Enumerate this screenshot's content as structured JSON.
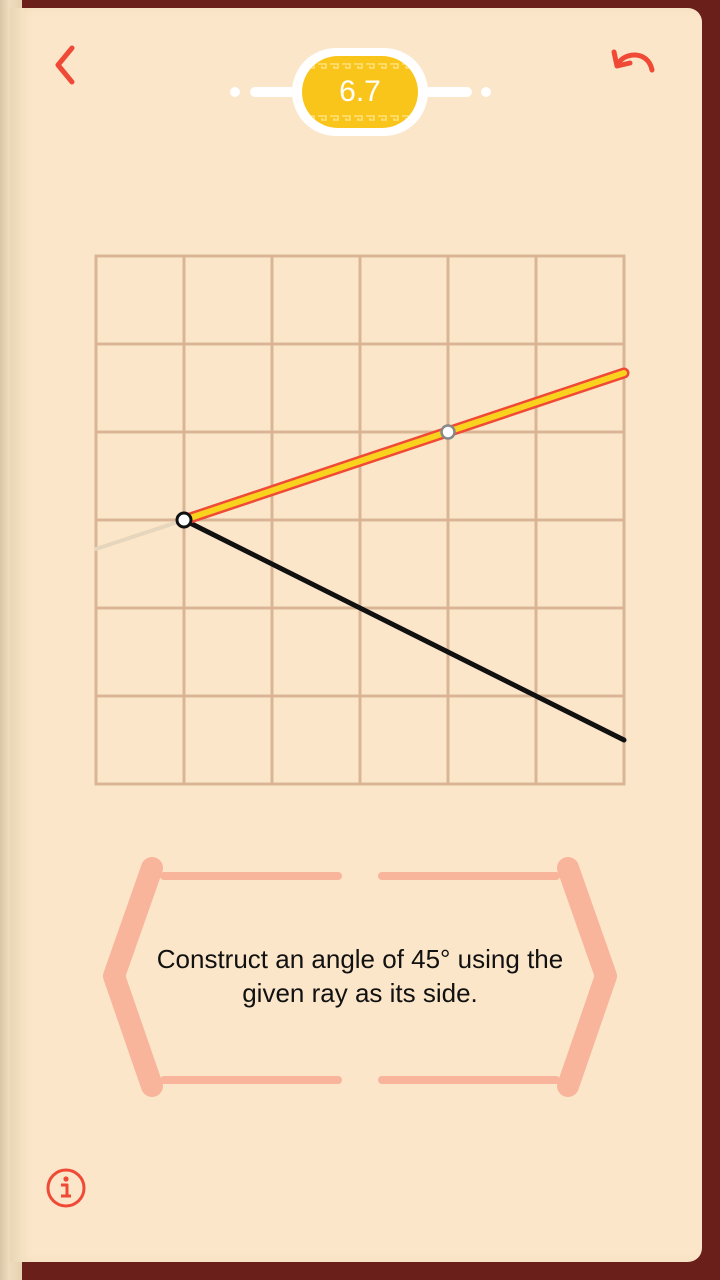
{
  "header": {
    "back_icon": "chevron-left-icon",
    "undo_icon": "undo-arrow-icon",
    "level_label": "6.7",
    "accent_color": "#f04a37",
    "badge_color": "#f9c51b"
  },
  "task": {
    "text": "Construct an angle of 45° using the given ray as its side."
  },
  "footer": {
    "info_icon": "info-icon"
  },
  "board": {
    "grid_cols": 6,
    "grid_rows": 6,
    "grid_color": "#d9b596",
    "ray_color": "#111111",
    "construction_color": "#f9d21e"
  }
}
